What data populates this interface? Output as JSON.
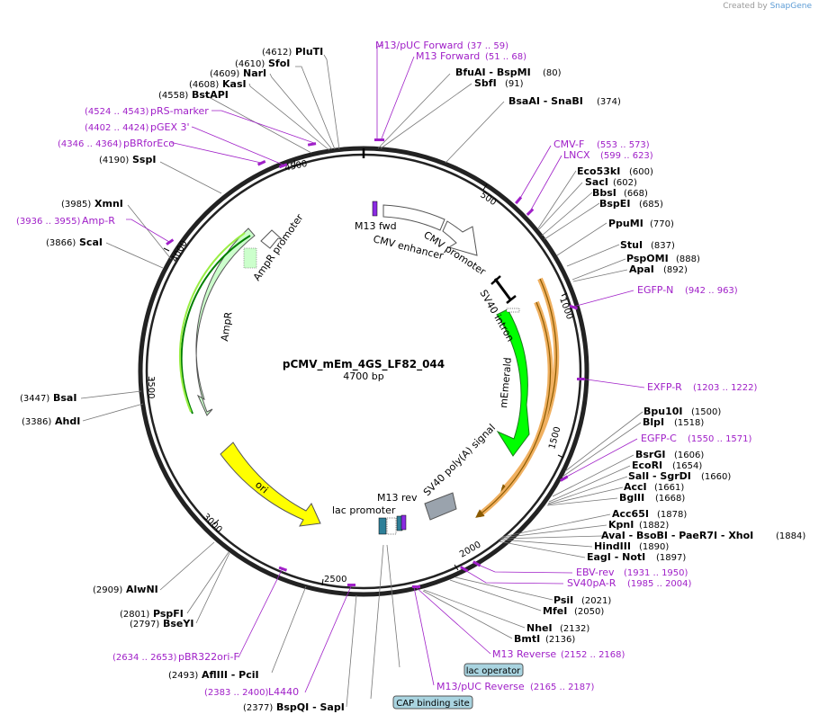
{
  "credit": {
    "prefix": "Created by",
    "brand": "SnapGene"
  },
  "plasmid": {
    "name": "pCMV_mEm_4GS_LF82_044",
    "size": "4700 bp"
  },
  "ticks": [
    "500",
    "1000",
    "1500",
    "2000",
    "2500",
    "3000",
    "3500",
    "4000",
    "4500"
  ],
  "enzymes": [
    {
      "label": "PluTI",
      "pos": "(4612)"
    },
    {
      "label": "SfoI",
      "pos": "(4610)"
    },
    {
      "label": "NarI",
      "pos": "(4609)"
    },
    {
      "label": "KasI",
      "pos": "(4608)"
    },
    {
      "label": "BstAPI",
      "pos": "(4558)"
    },
    {
      "label": "SspI",
      "pos": "(4190)"
    },
    {
      "label": "XmnI",
      "pos": "(3985)"
    },
    {
      "label": "ScaI",
      "pos": "(3866)"
    },
    {
      "label": "BsaI",
      "pos": "(3447)"
    },
    {
      "label": "AhdI",
      "pos": "(3386)"
    },
    {
      "label": "AlwNI",
      "pos": "(2909)"
    },
    {
      "label": "PspFI",
      "pos": "(2801)"
    },
    {
      "label": "BseYI",
      "pos": "(2797)"
    },
    {
      "label": "AflIII  - PciI",
      "pos": "(2493)"
    },
    {
      "label": "BspQI  - SapI",
      "pos": "(2377)"
    },
    {
      "label": "BfuAI  - BspMI",
      "pos": "(80)"
    },
    {
      "label": "SbfI",
      "pos": "(91)"
    },
    {
      "label": "BsaAI  - SnaBI",
      "pos": "(374)"
    },
    {
      "label": "Eco53kI",
      "pos": "(600)"
    },
    {
      "label": "SacI",
      "pos": "(602)"
    },
    {
      "label": "BbsI",
      "pos": "(668)"
    },
    {
      "label": "BspEI",
      "pos": "(685)"
    },
    {
      "label": "PpuMI",
      "pos": "(770)"
    },
    {
      "label": "StuI",
      "pos": "(837)"
    },
    {
      "label": "PspOMI",
      "pos": "(888)"
    },
    {
      "label": "ApaI",
      "pos": "(892)"
    },
    {
      "label": "Bpu10I",
      "pos": "(1500)"
    },
    {
      "label": "BlpI",
      "pos": "(1518)"
    },
    {
      "label": "BsrGI",
      "pos": "(1606)"
    },
    {
      "label": "EcoRI",
      "pos": "(1654)"
    },
    {
      "label": "SalI  - SgrDI",
      "pos": "(1660)"
    },
    {
      "label": "AccI",
      "pos": "(1661)"
    },
    {
      "label": "BglII",
      "pos": "(1668)"
    },
    {
      "label": "Acc65I",
      "pos": "(1878)"
    },
    {
      "label": "KpnI",
      "pos": "(1882)"
    },
    {
      "label": "AvaI  - BsoBI  - PaeR7I  - XhoI",
      "pos": "(1884)"
    },
    {
      "label": "HindIII",
      "pos": "(1890)"
    },
    {
      "label": "EagI  - NotI",
      "pos": "(1897)"
    },
    {
      "label": "PsiI",
      "pos": "(2021)"
    },
    {
      "label": "MfeI",
      "pos": "(2050)"
    },
    {
      "label": "NheI",
      "pos": "(2132)"
    },
    {
      "label": "BmtI",
      "pos": "(2136)"
    }
  ],
  "primers": [
    {
      "label": "M13/pUC Forward",
      "pos": "(37 .. 59)"
    },
    {
      "label": "M13 Forward",
      "pos": "(51 .. 68)"
    },
    {
      "label": "pRS-marker",
      "pos": "(4524 .. 4543)"
    },
    {
      "label": "pGEX 3'",
      "pos": "(4402 .. 4424)"
    },
    {
      "label": "pBRforEco",
      "pos": "(4346 .. 4364)"
    },
    {
      "label": "Amp-R",
      "pos": "(3936 .. 3955)"
    },
    {
      "label": "pBR322ori-F",
      "pos": "(2634 .. 2653)"
    },
    {
      "label": "L4440",
      "pos": "(2383 .. 2400)"
    },
    {
      "label": "CMV-F",
      "pos": "(553 .. 573)"
    },
    {
      "label": "LNCX",
      "pos": "(599 .. 623)"
    },
    {
      "label": "EGFP-N",
      "pos": "(942 .. 963)"
    },
    {
      "label": "EXFP-R",
      "pos": "(1203 .. 1222)"
    },
    {
      "label": "EGFP-C",
      "pos": "(1550 .. 1571)"
    },
    {
      "label": "EBV-rev",
      "pos": "(1931 .. 1950)"
    },
    {
      "label": "SV40pA-R",
      "pos": "(1985 .. 2004)"
    },
    {
      "label": "M13 Reverse",
      "pos": "(2152 .. 2168)"
    },
    {
      "label": "M13/pUC Reverse",
      "pos": "(2165 .. 2187)"
    }
  ],
  "features": {
    "m13_fwd": "M13 fwd",
    "cmv_enhancer": "CMV enhancer",
    "cmv_promoter": "CMV promoter",
    "sv40_intron": "SV40 intron",
    "memerald": "mEmerald",
    "sv40_polya": "SV40 poly(A) signal",
    "m13_rev": "M13 rev",
    "lac_promoter": "lac promoter",
    "ori": "ori",
    "ampr": "AmpR",
    "ampr_promoter": "AmpR promoter"
  },
  "boxes": {
    "lac_operator": "lac operator",
    "cap_site": "CAP binding site"
  },
  "colors": {
    "primer": "#a020c8",
    "ori": "#ffff00",
    "memerald": "#00ff00",
    "ampr": "#ccffcc",
    "orf": "#f0b060"
  }
}
